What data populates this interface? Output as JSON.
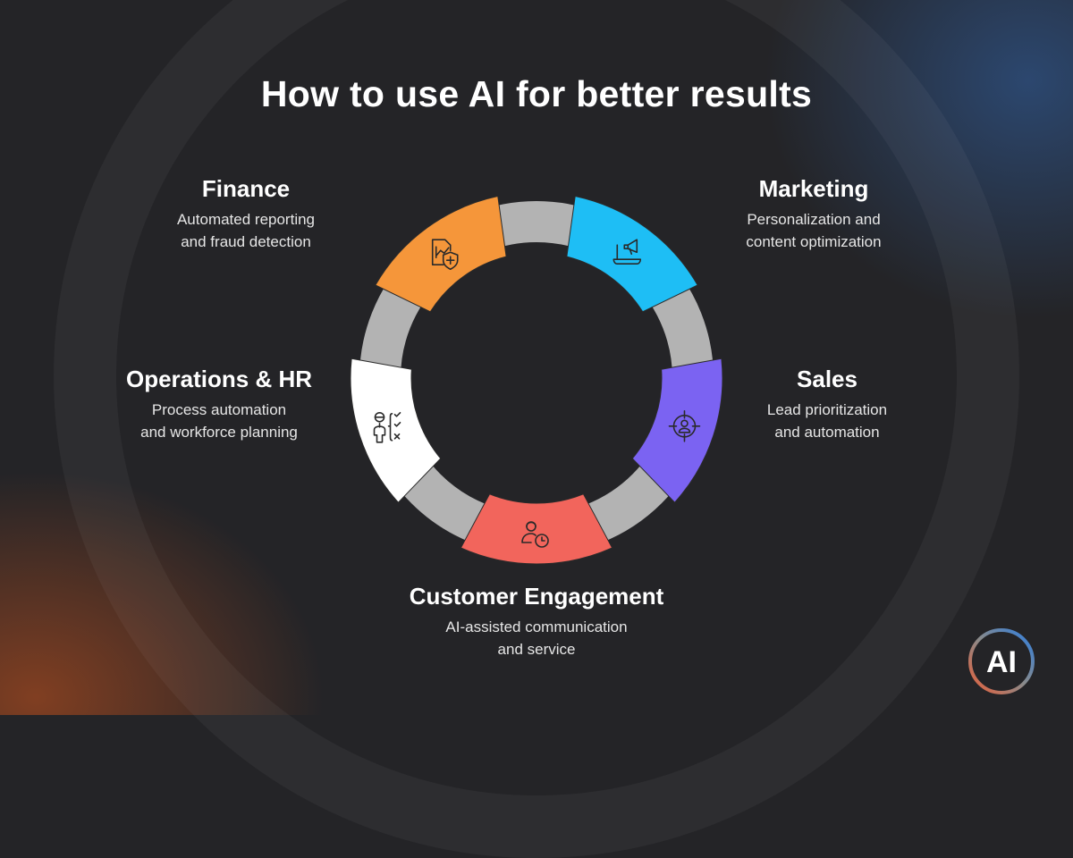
{
  "title": "How to use AI for better results",
  "stages": [
    {
      "name": "Finance",
      "desc1": "Automated reporting",
      "desc2": "and fraud detection",
      "color": "#F5963A",
      "icon": "finance-report-shield-icon"
    },
    {
      "name": "Marketing",
      "desc1": "Personalization and",
      "desc2": "content optimization",
      "color": "#1EBEF5",
      "icon": "laptop-megaphone-icon"
    },
    {
      "name": "Sales",
      "desc1": "Lead prioritization",
      "desc2": "and automation",
      "color": "#7B63F2",
      "icon": "target-person-icon"
    },
    {
      "name": "Customer Engagement",
      "desc1": "AI-assisted communication",
      "desc2": "and service",
      "color": "#F2655C",
      "icon": "agent-clock-icon"
    },
    {
      "name": "Operations & HR",
      "desc1": "Process automation",
      "desc2": "and workforce planning",
      "color": "#FFFFFF",
      "icon": "worker-checklist-icon"
    }
  ],
  "ring_color": "#B3B3B3",
  "logo": {
    "text": "AI"
  }
}
